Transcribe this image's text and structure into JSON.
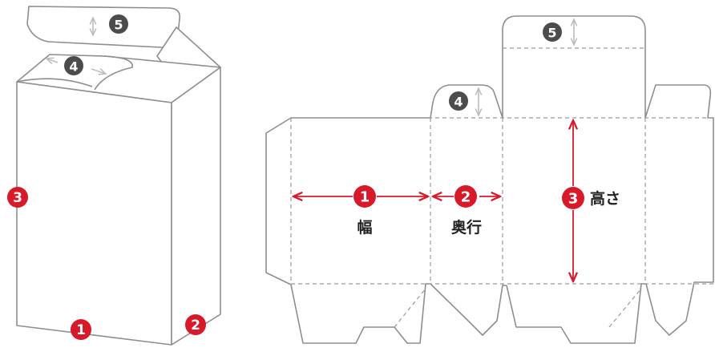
{
  "colors": {
    "accent_red": "#d8192a",
    "marker_dark": "#4c4c4c",
    "outline": "#8e8e8e",
    "guide_gray": "#bdbdbd"
  },
  "markers": {
    "m1": "1",
    "m2": "2",
    "m3": "3",
    "m4": "4",
    "m5": "5"
  },
  "labels": {
    "width": "幅",
    "depth": "奥行",
    "height": "高さ"
  }
}
